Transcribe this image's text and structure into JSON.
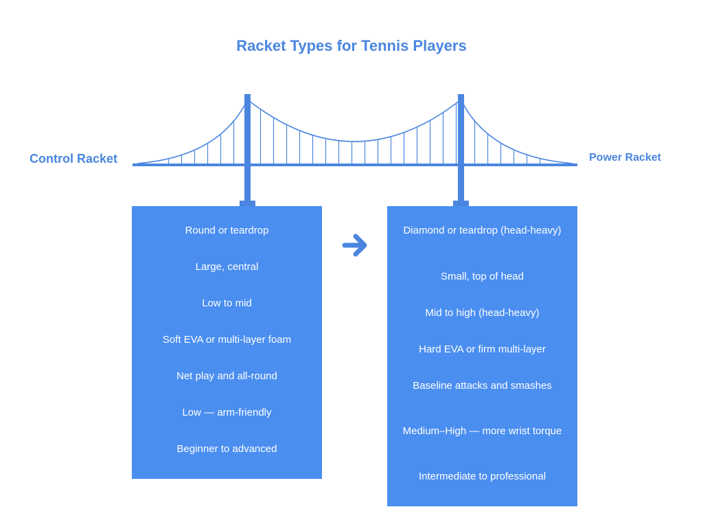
{
  "title": "Racket Types for Tennis Players",
  "colors": {
    "accent": "#4a86e0",
    "panel": "#4a8ef0",
    "text_on_panel": "#ffffff"
  },
  "left": {
    "label": "Control Racket",
    "items": [
      "Round or teardrop",
      "Large, central",
      "Low to mid",
      "Soft EVA or multi-layer foam",
      "Net play and all-round",
      "Low — arm-friendly",
      "Beginner to advanced"
    ]
  },
  "right": {
    "label": "Power Racket",
    "items": [
      "Diamond or teardrop (head-heavy)",
      "Small, top of head",
      "Mid to high (head-heavy)",
      "Hard EVA or firm multi-layer",
      "Baseline attacks and smashes",
      "Medium–High — more wrist torque",
      "Intermediate to professional"
    ]
  },
  "icons": {
    "bridge": "suspension-bridge-icon",
    "arrow": "arrow-right-icon"
  }
}
